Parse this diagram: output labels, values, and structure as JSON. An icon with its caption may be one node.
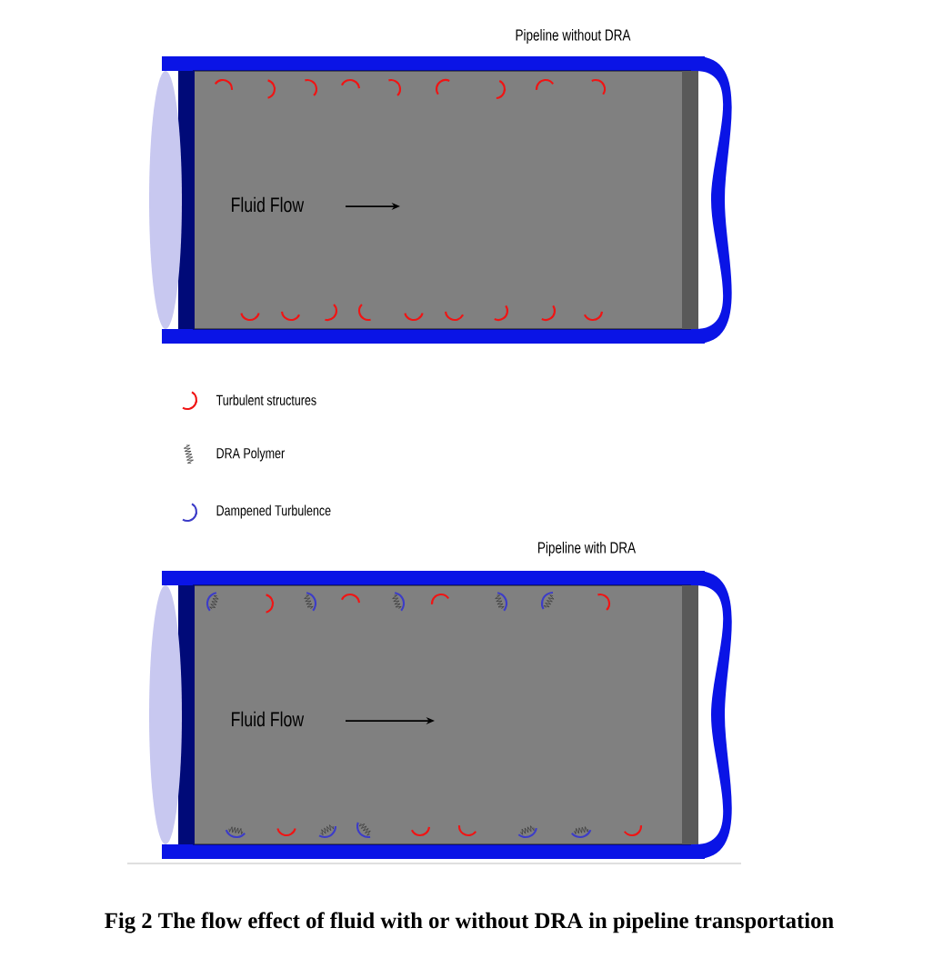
{
  "diagram": {
    "caption": "Fig 2 The flow effect of fluid with or without DRA in pipeline transportation",
    "nodes": [
      {
        "text": [
          "Pipeline without DRA",
          "Fluid Flow"
        ]
      },
      {
        "text": [
          "Pipeline with DRA",
          "Fluid Flow"
        ]
      }
    ],
    "legend": [
      {
        "text": "Turbulent structures"
      },
      {
        "text": "DRA Polymer"
      },
      {
        "text": "Dampened Turbulence"
      }
    ]
  }
}
